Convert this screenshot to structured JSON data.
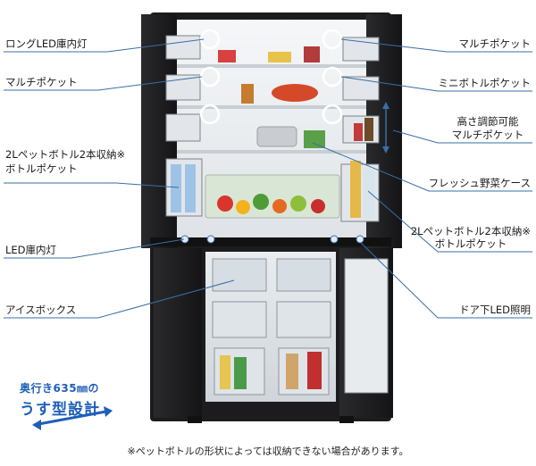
{
  "callouts_left": {
    "long_led": "ロングLED庫内灯",
    "multi_pocket": "マルチポケット",
    "bottle_2l_line1": "2Lペットボトル2本収納※",
    "bottle_2l_line2": "ボトルポケット",
    "led_light": "LED庫内灯",
    "ice_box": "アイスボックス"
  },
  "callouts_right": {
    "multi_pocket": "マルチポケット",
    "mini_bottle": "ミニボトルポケット",
    "adjustable_line1": "高さ調節可能",
    "adjustable_line2": "マルチポケット",
    "fresh_veg": "フレッシュ野菜ケース",
    "bottle_2l_line1": "2Lペットボトル2本収納※",
    "bottle_2l_line2": "ボトルポケット",
    "door_led": "ドア下LED照明"
  },
  "depth_badge": {
    "line1": "奥行き635㎜の",
    "line2": "うす型設計"
  },
  "footnote": "※ペットボトルの形状によっては収納できない場合があります。",
  "colors": {
    "frame": "#1c1c1e",
    "interior": "#eef1f3",
    "accent_blue": "#1f5fb8",
    "highlight_circle": "#ffffff",
    "leader_line": "#3a6ea5"
  }
}
